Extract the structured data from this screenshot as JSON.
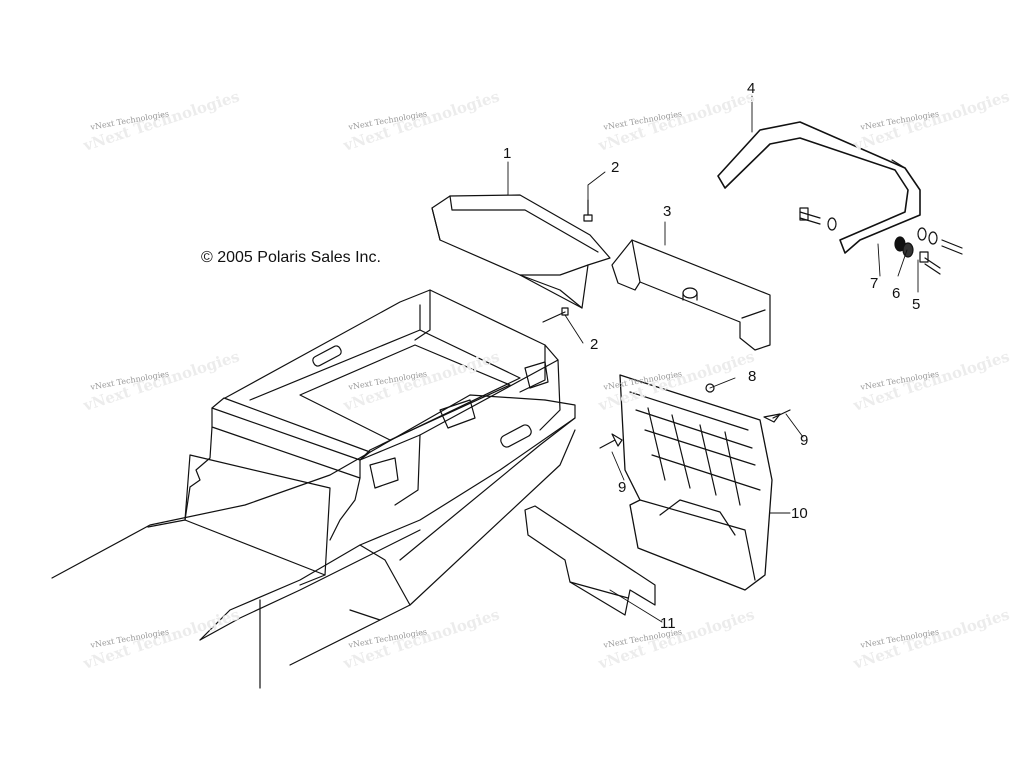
{
  "copyright": "© 2005 Polaris Sales Inc.",
  "watermark": "vNext Technologies",
  "callouts": [
    {
      "id": "c1",
      "label": "1"
    },
    {
      "id": "c2a",
      "label": "2"
    },
    {
      "id": "c2b",
      "label": "2"
    },
    {
      "id": "c3",
      "label": "3"
    },
    {
      "id": "c4",
      "label": "4"
    },
    {
      "id": "c5",
      "label": "5"
    },
    {
      "id": "c6",
      "label": "6"
    },
    {
      "id": "c7",
      "label": "7"
    },
    {
      "id": "c8",
      "label": "8"
    },
    {
      "id": "c9a",
      "label": "9"
    },
    {
      "id": "c9b",
      "label": "9"
    },
    {
      "id": "c10",
      "label": "10"
    },
    {
      "id": "c11",
      "label": "11"
    }
  ],
  "colors": {
    "line": "#111111",
    "watermark": "#9a9a9a"
  }
}
